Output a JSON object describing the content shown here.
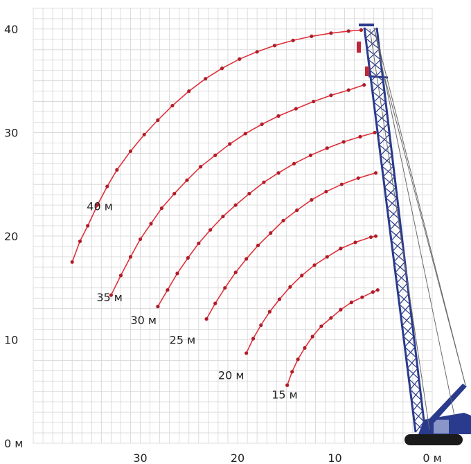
{
  "chart_data": {
    "type": "line",
    "xlabel": "",
    "ylabel": "",
    "x_axis_reversed": true,
    "xlim": [
      0,
      41
    ],
    "ylim": [
      0,
      42
    ],
    "x_ticks": [
      {
        "value": 30,
        "label": "30"
      },
      {
        "value": 20,
        "label": "20"
      },
      {
        "value": 10,
        "label": "10"
      },
      {
        "value": 0,
        "label": "0 м"
      }
    ],
    "y_ticks": [
      {
        "value": 0,
        "label": "0 м"
      },
      {
        "value": 10,
        "label": "10"
      },
      {
        "value": 20,
        "label": "20"
      },
      {
        "value": 30,
        "label": "30"
      },
      {
        "value": 40,
        "label": "40"
      }
    ],
    "grid": true,
    "grid_minor_step": 1,
    "colors": {
      "curve": "#e0303a",
      "point": "#b01c28",
      "grid": "#d4d4d4",
      "crane": "#2a3a8c",
      "crane_light": "#8b96c8",
      "track": "#1a1a1a"
    },
    "series": [
      {
        "name": "40 м",
        "label_at": [
          35.5,
          22.5
        ],
        "points": [
          [
            37,
            17.5
          ],
          [
            36.2,
            19.5
          ],
          [
            35.4,
            21
          ],
          [
            34.4,
            23
          ],
          [
            33.4,
            24.8
          ],
          [
            32.4,
            26.4
          ],
          [
            31,
            28.2
          ],
          [
            29.6,
            29.8
          ],
          [
            28.2,
            31.2
          ],
          [
            26.7,
            32.6
          ],
          [
            25,
            34
          ],
          [
            23.3,
            35.2
          ],
          [
            21.6,
            36.2
          ],
          [
            19.8,
            37.1
          ],
          [
            18,
            37.8
          ],
          [
            16.2,
            38.4
          ],
          [
            14.3,
            38.9
          ],
          [
            12.4,
            39.3
          ],
          [
            10.4,
            39.6
          ],
          [
            8.6,
            39.8
          ],
          [
            7.3,
            39.9
          ]
        ]
      },
      {
        "name": "35 м",
        "label_at": [
          34.5,
          13.7
        ],
        "points": [
          [
            33,
            14.3
          ],
          [
            32,
            16.2
          ],
          [
            31,
            18
          ],
          [
            30,
            19.7
          ],
          [
            28.9,
            21.2
          ],
          [
            27.8,
            22.7
          ],
          [
            26.5,
            24.1
          ],
          [
            25.2,
            25.4
          ],
          [
            23.8,
            26.7
          ],
          [
            22.3,
            27.8
          ],
          [
            20.8,
            28.9
          ],
          [
            19.2,
            29.9
          ],
          [
            17.5,
            30.8
          ],
          [
            15.8,
            31.6
          ],
          [
            14,
            32.3
          ],
          [
            12.2,
            33
          ],
          [
            10.4,
            33.6
          ],
          [
            8.6,
            34.1
          ],
          [
            7,
            34.6
          ]
        ]
      },
      {
        "name": "30 м",
        "label_at": [
          31,
          11.5
        ],
        "points": [
          [
            28.2,
            13.2
          ],
          [
            27.2,
            14.8
          ],
          [
            26.2,
            16.4
          ],
          [
            25.1,
            17.9
          ],
          [
            24,
            19.3
          ],
          [
            22.8,
            20.6
          ],
          [
            21.5,
            21.9
          ],
          [
            20.2,
            23
          ],
          [
            18.8,
            24.1
          ],
          [
            17.3,
            25.2
          ],
          [
            15.8,
            26.1
          ],
          [
            14.2,
            27
          ],
          [
            12.5,
            27.8
          ],
          [
            10.8,
            28.5
          ],
          [
            9.1,
            29.1
          ],
          [
            7.4,
            29.6
          ],
          [
            5.9,
            30
          ]
        ]
      },
      {
        "name": "25 м",
        "label_at": [
          27,
          9.6
        ],
        "points": [
          [
            23.2,
            12
          ],
          [
            22.3,
            13.5
          ],
          [
            21.3,
            15
          ],
          [
            20.2,
            16.5
          ],
          [
            19.1,
            17.8
          ],
          [
            17.9,
            19.1
          ],
          [
            16.6,
            20.3
          ],
          [
            15.3,
            21.5
          ],
          [
            13.9,
            22.5
          ],
          [
            12.4,
            23.5
          ],
          [
            10.9,
            24.3
          ],
          [
            9.3,
            25
          ],
          [
            7.6,
            25.6
          ],
          [
            5.8,
            26.1
          ]
        ]
      },
      {
        "name": "20 м",
        "label_at": [
          22,
          6.2
        ],
        "points": [
          [
            19.1,
            8.7
          ],
          [
            18.4,
            10.1
          ],
          [
            17.6,
            11.4
          ],
          [
            16.7,
            12.7
          ],
          [
            15.7,
            13.9
          ],
          [
            14.6,
            15.1
          ],
          [
            13.4,
            16.2
          ],
          [
            12.1,
            17.2
          ],
          [
            10.8,
            18
          ],
          [
            9.4,
            18.8
          ],
          [
            7.9,
            19.4
          ],
          [
            6.3,
            19.9
          ],
          [
            5.8,
            20
          ]
        ]
      },
      {
        "name": "15 м",
        "label_at": [
          16.5,
          4.3
        ],
        "points": [
          [
            14.9,
            5.6
          ],
          [
            14.4,
            6.9
          ],
          [
            13.8,
            8.1
          ],
          [
            13.1,
            9.2
          ],
          [
            12.3,
            10.3
          ],
          [
            11.4,
            11.3
          ],
          [
            10.4,
            12.1
          ],
          [
            9.4,
            12.9
          ],
          [
            8.3,
            13.6
          ],
          [
            7.2,
            14.1
          ],
          [
            6.1,
            14.6
          ],
          [
            5.6,
            14.8
          ]
        ]
      }
    ]
  }
}
